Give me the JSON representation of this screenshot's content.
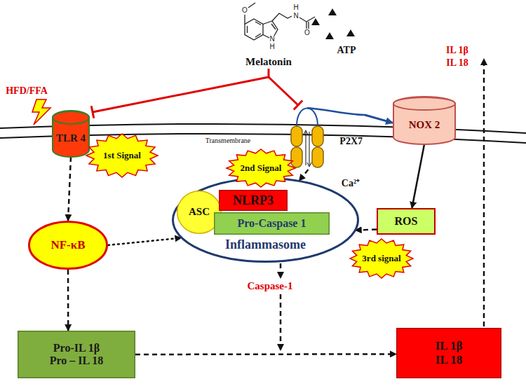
{
  "diagram": {
    "nodes": [
      {
        "text": [
          "TLR 4"
        ]
      },
      {
        "text": [
          "P2X7"
        ]
      },
      {
        "text": [
          "NOX 2"
        ]
      },
      {
        "text": [
          "Inflammasome"
        ]
      },
      {
        "text": [
          "ASC"
        ],
        "in": 3
      },
      {
        "text": [
          "NLRP3"
        ],
        "in": 3
      },
      {
        "text": [
          "Pro-Caspase 1"
        ],
        "in": 3
      },
      {
        "text": [
          "1st Signal"
        ]
      },
      {
        "text": [
          "2nd Signal"
        ]
      },
      {
        "text": [
          "ROS"
        ]
      },
      {
        "text": [
          "3rd signal"
        ]
      },
      {
        "text": [
          "NF-κB"
        ]
      },
      {
        "text": [
          "Pro-IL 1β",
          "Pro – IL 18"
        ]
      },
      {
        "text": [
          "IL 1β",
          "IL 18"
        ]
      }
    ],
    "edges": [
      {
        "from": 0,
        "to": 11,
        "arrow": "to"
      },
      {
        "from": 11,
        "to": 3,
        "arrow": "to"
      },
      {
        "from": 11,
        "to": 12,
        "arrow": "to"
      },
      {
        "from": 1,
        "to": 2,
        "arrow": "to"
      },
      {
        "from": 1,
        "to": 3,
        "arrow": "to"
      },
      {
        "from": 2,
        "to": 9,
        "arrow": "to"
      },
      {
        "from": 9,
        "to": 3,
        "arrow": "to"
      },
      {
        "from": 12,
        "to": 13,
        "arrow": "to"
      }
    ],
    "labels": [
      "Melatonin",
      "ATP",
      "IL 1β",
      "IL 18",
      "HFD/FFA",
      "Transmembrane",
      "Ca²⁺",
      "Caspase-1",
      "O",
      "H",
      "N",
      "N",
      "H",
      "O"
    ]
  }
}
